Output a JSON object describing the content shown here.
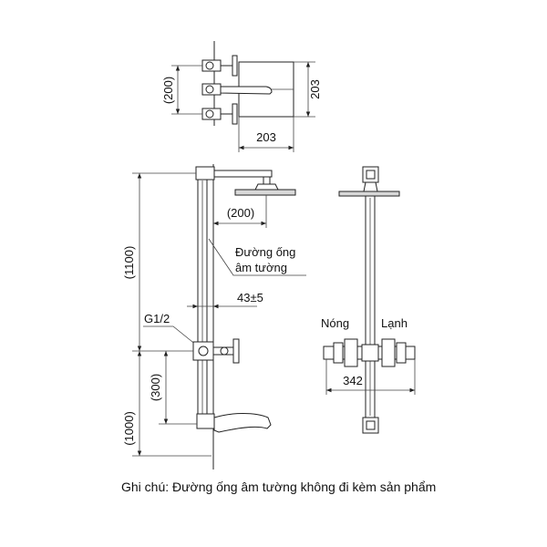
{
  "plan_view": {
    "depth_dim": "(200)",
    "height_dim": "203",
    "width_dim": "203"
  },
  "front_view": {
    "arm_dim": "(200)",
    "pipe_label_line1": "Đường ống",
    "pipe_label_line2": "âm tường",
    "offset_dim": "43±5",
    "thread_label": "G1/2",
    "upper_height_dim": "(1100)",
    "spout_height_dim": "(300)",
    "lower_height_dim": "(1000)"
  },
  "side_view": {
    "hot_label": "Nóng",
    "cold_label": "Lạnh",
    "spacing_dim": "342"
  },
  "note": "Ghi chú: Đường ống âm tường không đi kèm sản phẩm"
}
